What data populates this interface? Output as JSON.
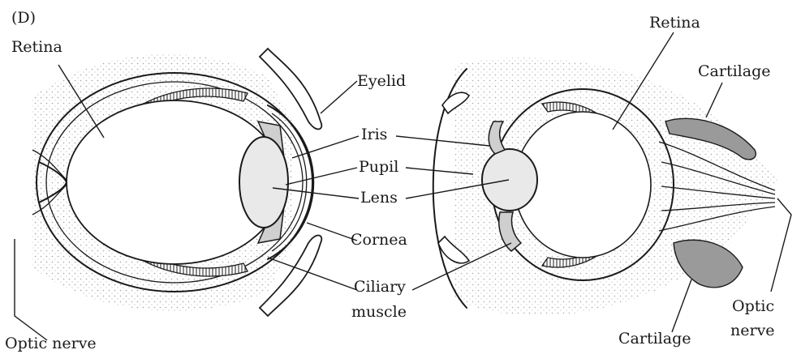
{
  "panel_label": "(D)",
  "labels": {
    "retina_left": "Retina",
    "optic_nerve_left": "Optic nerve",
    "eyelid": "Eyelid",
    "iris": "Iris",
    "pupil": "Pupil",
    "lens": "Lens",
    "cornea": "Cornea",
    "ciliary_line1": "Ciliary",
    "ciliary_line2": "muscle",
    "retina_right": "Retina",
    "cartilage_top": "Cartilage",
    "cartilage_bottom": "Cartilage",
    "optic_nerve_right_line1": "Optic",
    "optic_nerve_right_line2": "nerve"
  }
}
